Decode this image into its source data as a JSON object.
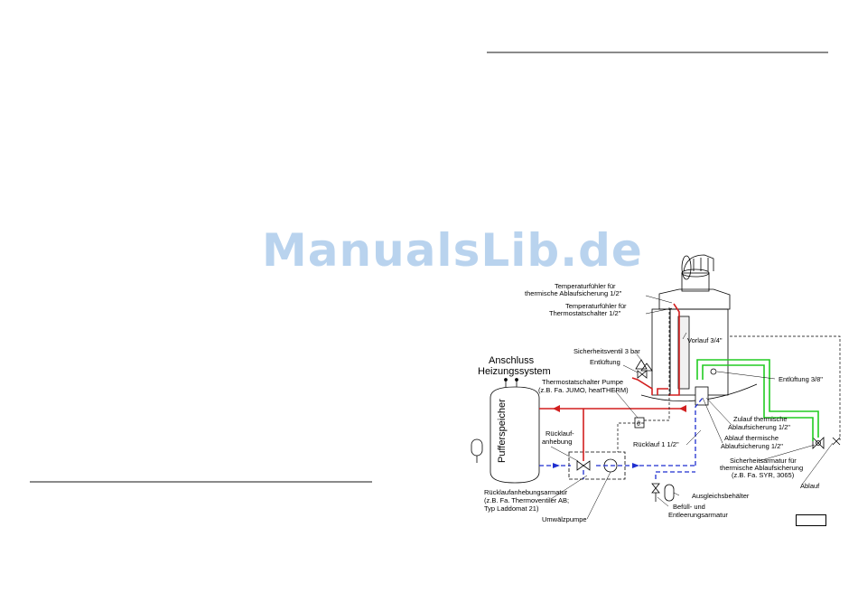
{
  "watermark": "ManualsLib.de",
  "colors": {
    "flow": "#d21f1f",
    "return": "#1f2fd0",
    "drain": "#22cc22",
    "rule": "#8a8a8a",
    "watermark": "#b9d3ee"
  },
  "diagram": {
    "labels": {
      "temp_sensor_drain": [
        "Temperaturfühler für",
        "thermische Ablaufsicherung 1/2\""
      ],
      "temp_sensor_thermostat": [
        "Temperaturfühler für",
        "Thermostatschalter 1/2\""
      ],
      "flow": "Vorlauf 3/4\"",
      "safety_valve": "Sicherheitsventil 3 bar",
      "vent": "Entlüftung",
      "vent_38": "Entlüftung 3/8\"",
      "connection": [
        "Anschluss",
        "Heizungssystem"
      ],
      "thermostat_pump": [
        "Thermostatschalter Pumpe",
        "(z.B. Fa. JUMO, heatTHERM)"
      ],
      "buffer": "Pufferspeicher",
      "return_raise": [
        "Rücklauf-",
        "anhebung"
      ],
      "return": "Rücklauf 1 1/2\"",
      "inlet_drain": [
        "Zulauf thermische",
        "Ablaufsicherung 1/2\""
      ],
      "outlet_drain": [
        "Ablauf thermische",
        "Ablaufsicherung 1/2\""
      ],
      "safety_fitting": [
        "Sicherheitsarmatur für",
        "thermische Ablaufsicherung",
        "(z.B. Fa. SYR, 3065)"
      ],
      "drain": "Ablauf",
      "return_fitting": [
        "Rücklaufanhebungsarmatur",
        "(z.B. Fa. Thermoventiler AB;",
        "Typ Laddomat 21)"
      ],
      "pump": "Umwälzpumpe",
      "expansion": "Ausgleichsbehälter",
      "fill_drain": [
        "Befüll- und",
        "Entleerungsarmatur"
      ]
    }
  }
}
